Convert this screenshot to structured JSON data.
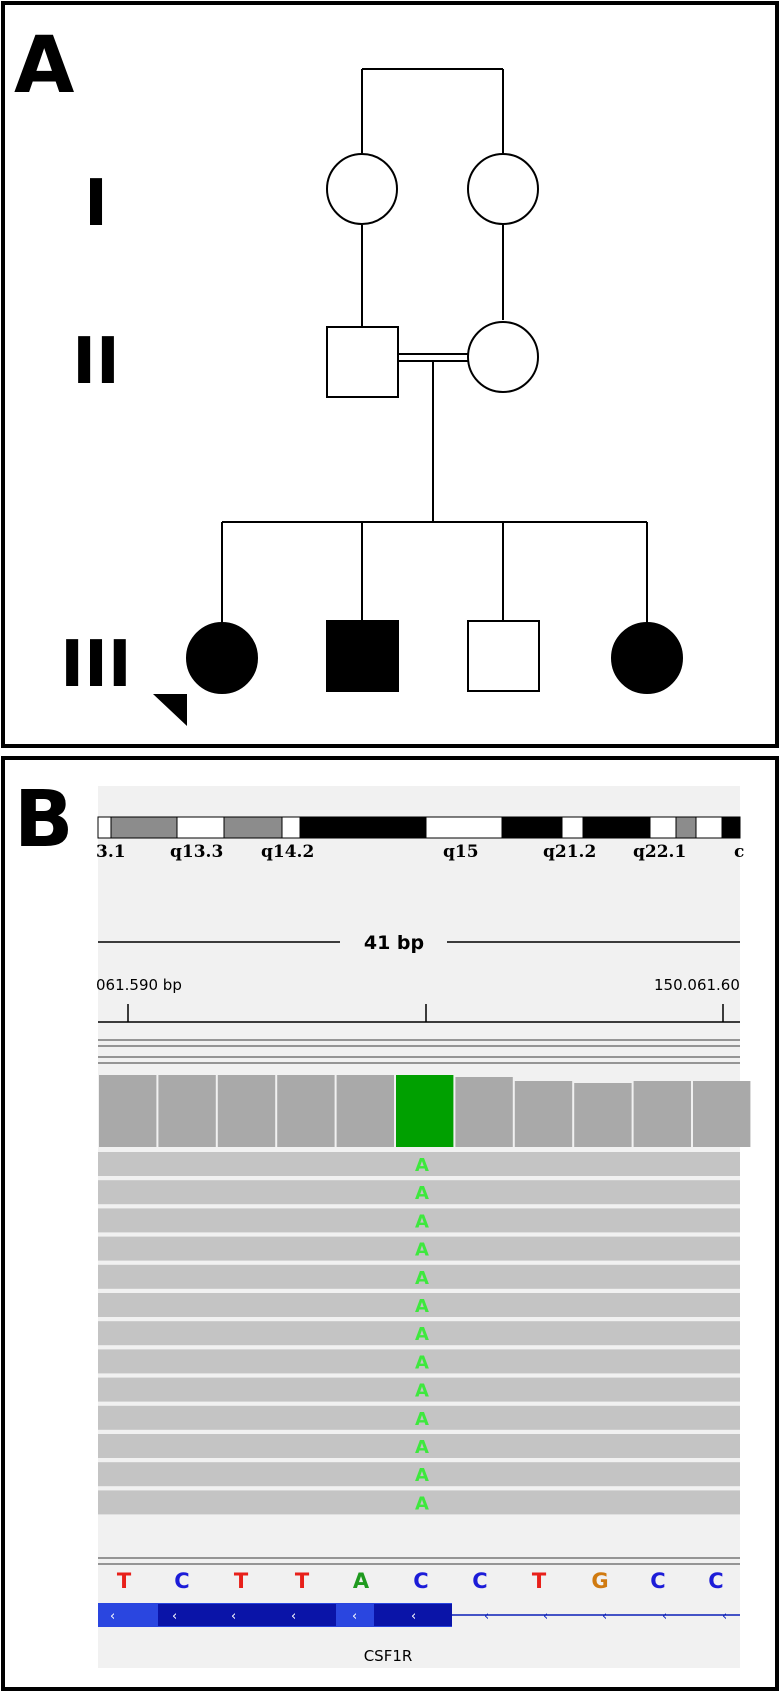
{
  "panel_a": {
    "letter": "A",
    "generations": [
      "I",
      "II",
      "III"
    ]
  },
  "panel_b": {
    "letter": "B",
    "cytobands": [
      "3.1",
      "q13.3",
      "q14.2",
      "q15",
      "q21.2",
      "q22.1",
      "c"
    ],
    "span_label": "41 bp",
    "ruler_left": "061.590 bp",
    "ruler_right": "150.061.60",
    "read_base": "A",
    "read_count": 13,
    "reference_sequence": [
      "T",
      "C",
      "T",
      "T",
      "A",
      "C",
      "C",
      "T",
      "G",
      "C",
      "C"
    ],
    "gene_name": "CSF1R",
    "colors": {
      "variant": "#00a000",
      "read_variant": "#3ee83e",
      "base_T": "#e8201a",
      "base_C": "#1c1cd8",
      "base_A": "#1f9a1f",
      "base_G": "#d07a10",
      "gene": "#0a1fb8"
    }
  }
}
